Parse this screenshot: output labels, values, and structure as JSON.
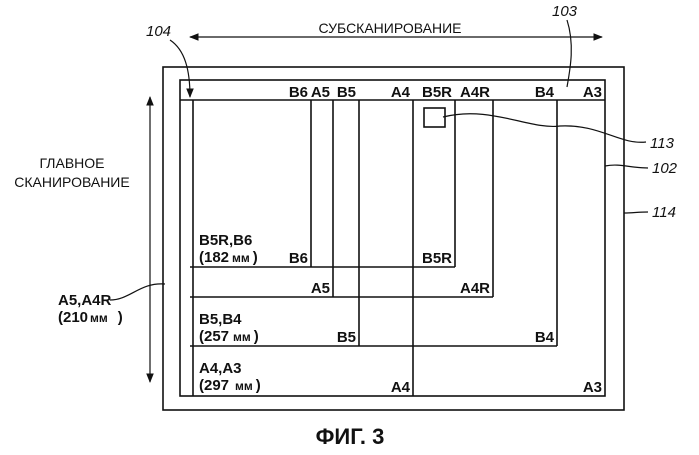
{
  "figure": {
    "caption": "ФИГ. 3",
    "sub_scan_label": "СУБСКАНИРОВАНИЕ",
    "main_scan_label": [
      "ГЛАВНОЕ",
      "СКАНИРОВАНИЕ"
    ],
    "refs": {
      "r104": "104",
      "r103": "103",
      "r113": "113",
      "r102": "102",
      "r114": "114"
    },
    "top_sizes": [
      "B6",
      "A5",
      "B5",
      "A4",
      "B5R",
      "A4R",
      "B4",
      "A3"
    ],
    "groups": [
      {
        "title": "B5R,B6",
        "dim": "(182",
        "unit": "мм",
        "close": ")",
        "left": "B6",
        "right": "B5R"
      },
      {
        "title": "A5,A4R",
        "dim": "(210",
        "unit": "мм",
        "close": ")",
        "left": "A5",
        "right": "A4R"
      },
      {
        "title": "B5,B4",
        "dim": "(257",
        "unit": "мм",
        "close": ")",
        "left": "B5",
        "right": "B4"
      },
      {
        "title": "A4,A3",
        "dim": "(297",
        "unit": "мм",
        "close": ")",
        "left": "A4",
        "right": "A3"
      }
    ]
  }
}
